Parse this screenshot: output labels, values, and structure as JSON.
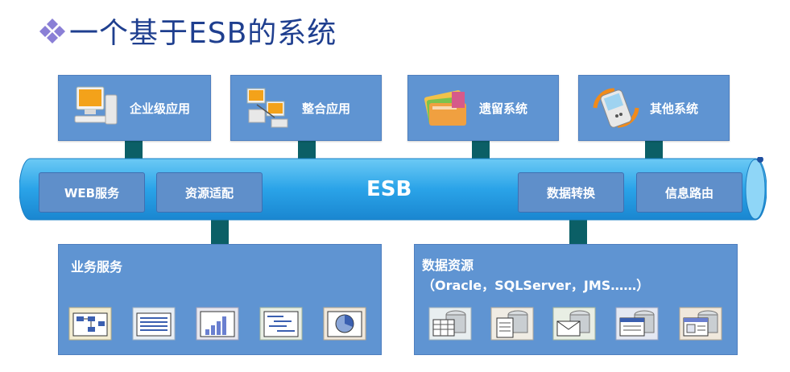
{
  "title": "一个基于ESB的系统",
  "apps": [
    {
      "label": "企业级应用",
      "icon": "computer-icon"
    },
    {
      "label": "整合应用",
      "icon": "networked-computers-icon"
    },
    {
      "label": "遗留系统",
      "icon": "folders-icon"
    },
    {
      "label": "其他系统",
      "icon": "mobile-device-icon"
    }
  ],
  "esb": {
    "label": "ESB",
    "services": [
      "WEB服务",
      "资源适配",
      "数据转换",
      "信息路由"
    ]
  },
  "business_services": {
    "title": "业务服务",
    "icons": [
      "flowchart-icon",
      "document-list-icon",
      "bar-chart-icon",
      "gantt-chart-icon",
      "pie-chart-icon"
    ]
  },
  "data_resources": {
    "title": "数据资源",
    "subtitle": "（Oracle，SQLServer，JMS……）",
    "icons": [
      "database-table-icon",
      "database-document-icon",
      "database-mail-icon",
      "database-form-icon",
      "database-window-icon"
    ]
  },
  "colors": {
    "title": "#1f3f8f",
    "box": "#5f94d2",
    "bus": "#2aa3e8",
    "connector": "#0b5f66"
  }
}
